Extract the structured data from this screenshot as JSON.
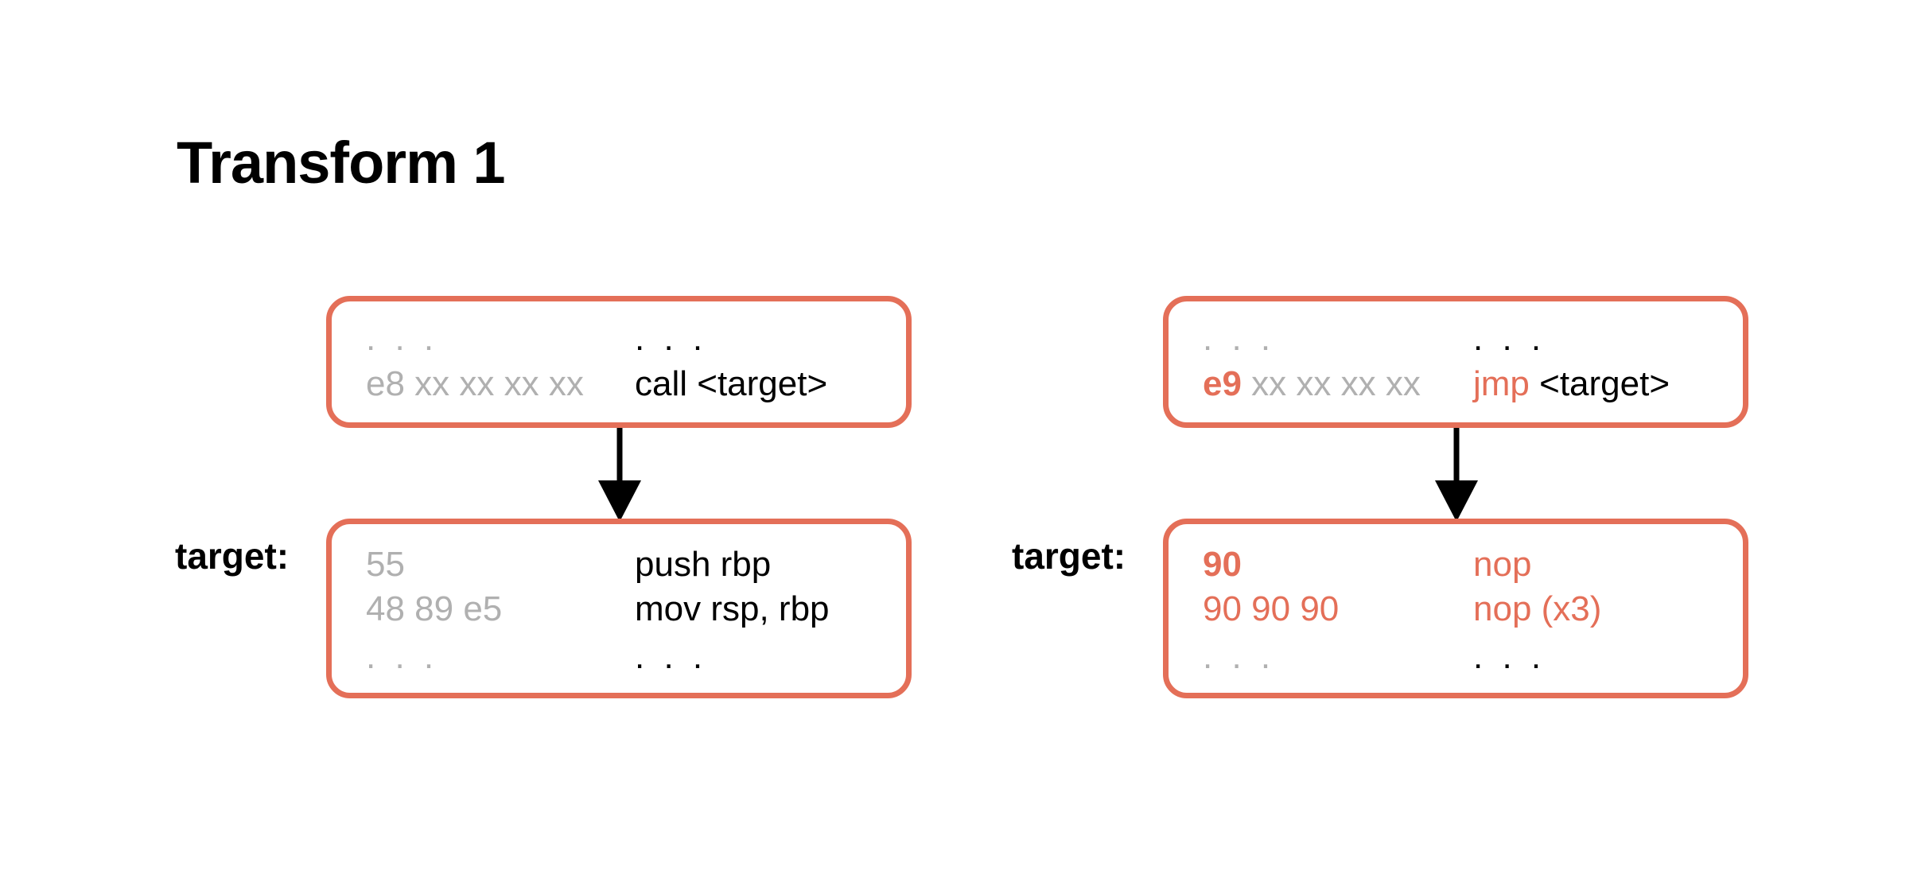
{
  "title": "Transform 1",
  "colors": {
    "accent": "#e46f58",
    "muted": "#b0b0b0",
    "text": "#000000"
  },
  "left": {
    "top_box": {
      "row1": {
        "bytes": ". . .",
        "asm": ". . ."
      },
      "row2": {
        "bytes": "e8 xx xx xx xx",
        "asm": "call <target>"
      }
    },
    "target_label": "target:",
    "bottom_box": {
      "row1": {
        "bytes": "55",
        "asm": "push rbp"
      },
      "row2": {
        "bytes": "48 89 e5",
        "asm": "mov rsp, rbp"
      },
      "row3": {
        "bytes": ". . .",
        "asm": ". . ."
      }
    }
  },
  "right": {
    "top_box": {
      "row1": {
        "bytes": ". . .",
        "asm": ". . ."
      },
      "row2": {
        "bytes_hl": "e9",
        "bytes_rest": " xx xx xx xx",
        "asm_hl": "jmp",
        "asm_rest": " <target>"
      }
    },
    "target_label": "target:",
    "bottom_box": {
      "row1": {
        "bytes": "90",
        "asm": "nop"
      },
      "row2": {
        "bytes": "90 90 90",
        "asm": "nop (x3)"
      },
      "row3": {
        "bytes": ". . .",
        "asm": ". . ."
      }
    }
  }
}
